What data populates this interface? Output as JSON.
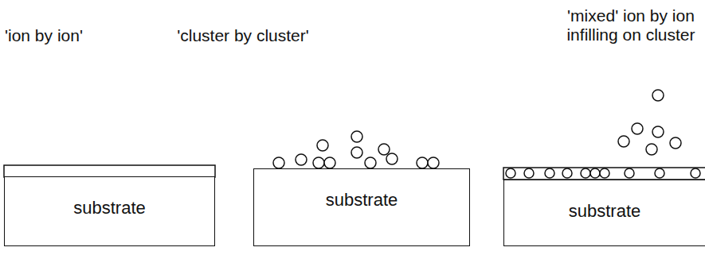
{
  "diagram": {
    "nodes": [
      {
        "text": [
          "substrate"
        ]
      },
      {
        "text": [
          "substrate"
        ]
      },
      {
        "text": [
          "substrate"
        ]
      }
    ],
    "labels": [
      "'ion by ion'",
      "'cluster by cluster'",
      "'mixed' ion by ion infilling on cluster"
    ]
  }
}
